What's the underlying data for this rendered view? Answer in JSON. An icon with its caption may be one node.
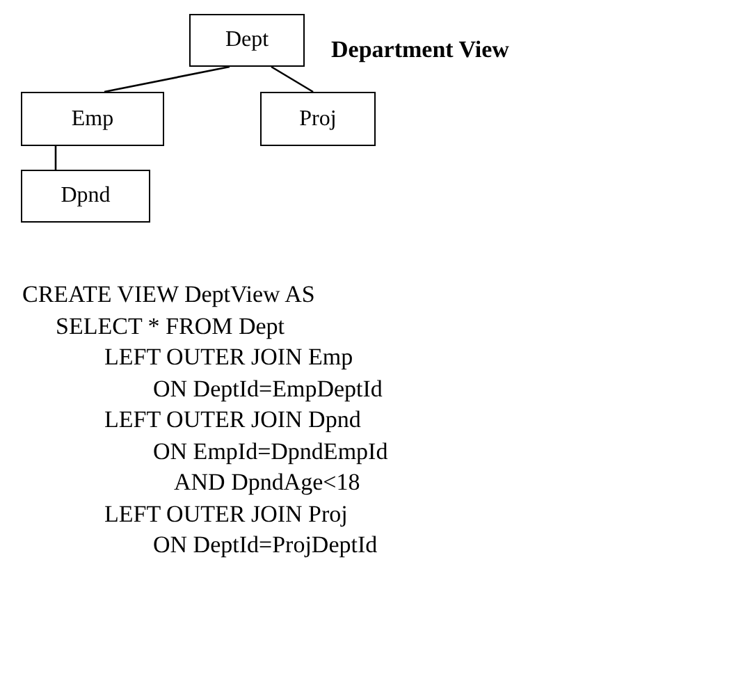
{
  "diagram": {
    "title": "Department View",
    "nodes": [
      {
        "text": [
          "Dept"
        ]
      },
      {
        "text": [
          "Emp"
        ]
      },
      {
        "text": [
          "Proj"
        ]
      },
      {
        "text": [
          "Dpnd"
        ]
      }
    ],
    "edges": [
      {
        "from": 0,
        "to": 1,
        "arrow": "none"
      },
      {
        "from": 0,
        "to": 2,
        "arrow": "none"
      },
      {
        "from": 1,
        "to": 3,
        "arrow": "none"
      }
    ],
    "labels": [
      "CREATE VIEW DeptView AS",
      "SELECT * FROM Dept",
      "LEFT OUTER JOIN Emp",
      "ON DeptId=EmpDeptId",
      "LEFT OUTER JOIN Dpnd",
      "ON EmpId=DpndEmpId",
      "AND DpndAge<18",
      "LEFT OUTER JOIN Proj",
      "ON DeptId=ProjDeptId"
    ]
  }
}
